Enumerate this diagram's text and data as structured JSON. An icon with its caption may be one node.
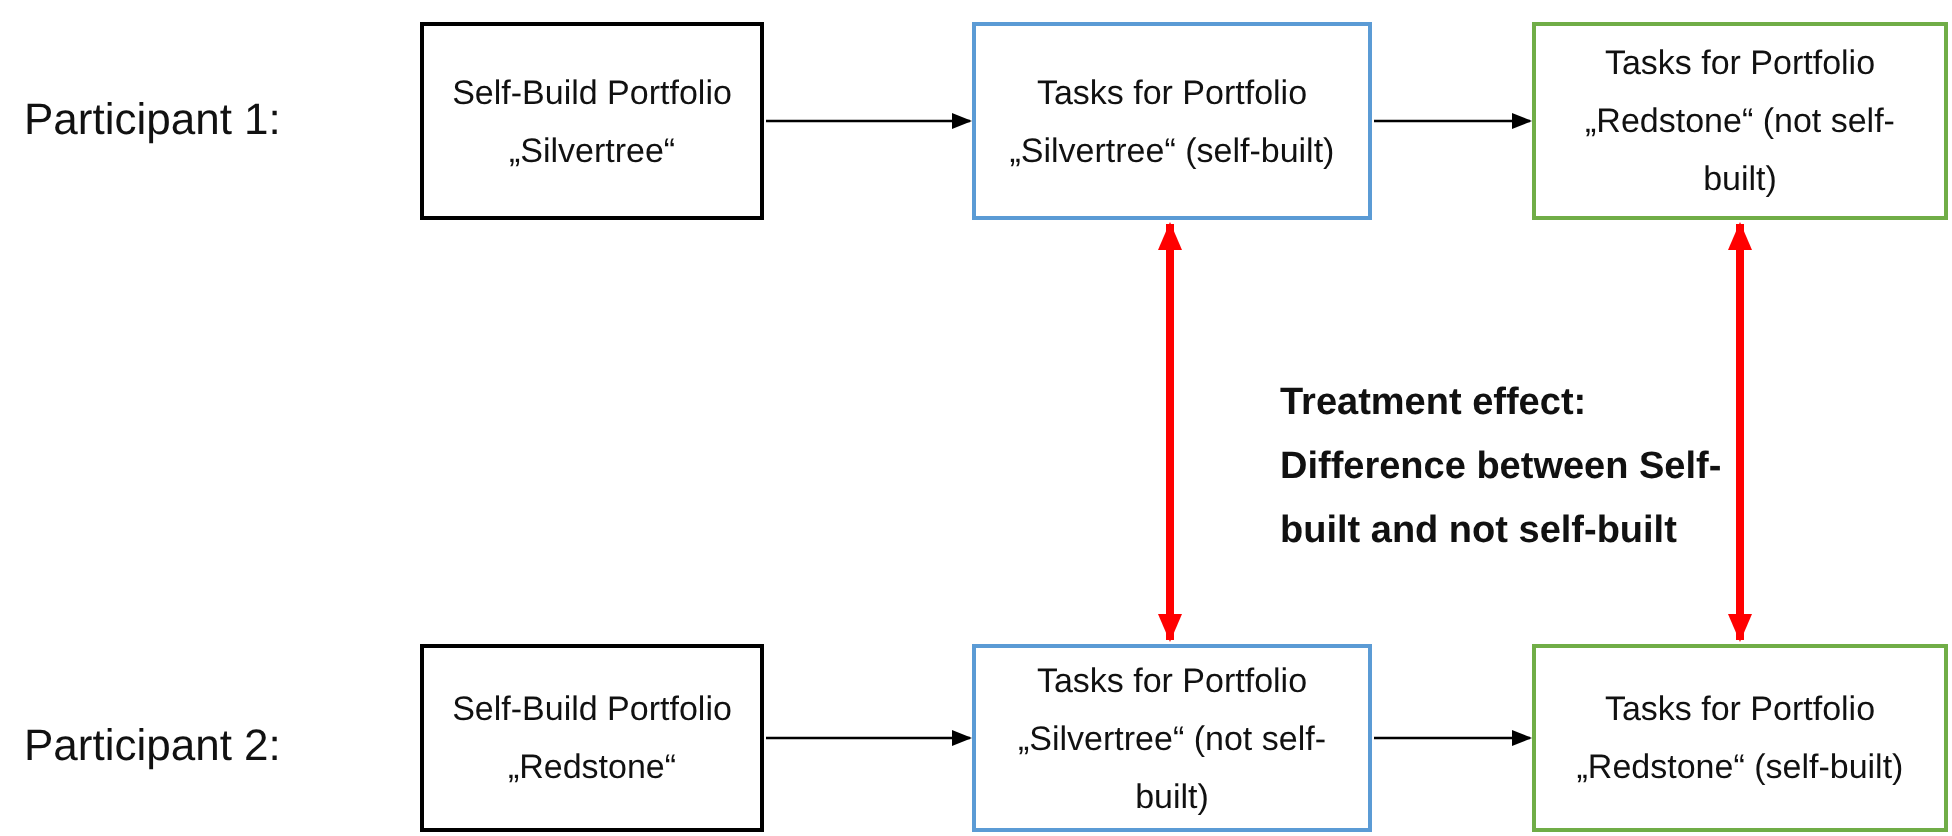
{
  "diagram": {
    "nodes": [
      {
        "text": [
          "Self-Build Portfolio „Silvertree“"
        ]
      },
      {
        "text": [
          "Tasks for Portfolio „Silvertree“ (self-built)"
        ]
      },
      {
        "text": [
          "Tasks for Portfolio „Redstone“ (not self-built)"
        ]
      },
      {
        "text": [
          "Self-Build Portfolio „Redstone“"
        ]
      },
      {
        "text": [
          "Tasks for Portfolio „Silvertree“ (not self-built)"
        ]
      },
      {
        "text": [
          "Tasks for Portfolio „Redstone“ (self-built)"
        ]
      }
    ],
    "edges": [
      {
        "from": 0,
        "to": 1,
        "arrow": "to"
      },
      {
        "from": 1,
        "to": 2,
        "arrow": "to"
      },
      {
        "from": 3,
        "to": 4,
        "arrow": "to"
      },
      {
        "from": 4,
        "to": 5,
        "arrow": "to"
      },
      {
        "from": 1,
        "to": 4,
        "arrow": "both",
        "style": "thick",
        "color": "#ff0000"
      },
      {
        "from": 2,
        "to": 5,
        "arrow": "both",
        "style": "thick",
        "color": "#ff0000"
      }
    ],
    "labels": [
      "Participant 1:",
      "Treatment effect: Difference between Self-built and not self-built",
      "Participant 2:"
    ]
  }
}
